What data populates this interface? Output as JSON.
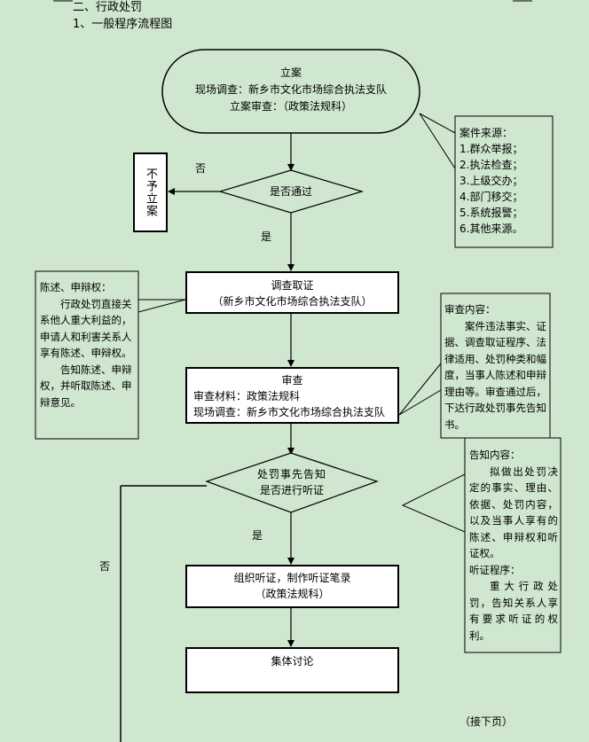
{
  "header": {
    "section": "二、行政处罚",
    "subsection": "1、一般程序流程图"
  },
  "nodes": {
    "filing": {
      "title": "立案",
      "line1": "现场调查：新乡市文化市场综合执法支队",
      "line2": "立案审查：（政策法规科）"
    },
    "no_filing": "不予立案",
    "pass_decision": "是否通过",
    "investigation": {
      "title": "调查取证",
      "line1": "（新乡市文化市场综合执法支队）"
    },
    "review": {
      "title": "审查",
      "line1": "审查材料：政策法规科",
      "line2": "现场调查：新乡市文化市场综合执法支队"
    },
    "hearing_decision": {
      "line1": "处罚事先告知",
      "line2": "是否进行听证"
    },
    "hearing": {
      "line1": "组织听证，制作听证笔录",
      "line2": "（政策法规科）"
    },
    "discussion": "集体讨论"
  },
  "labels": {
    "no1": "否",
    "yes1": "是",
    "yes2": "是",
    "no2": "否",
    "continued": "（接下页）"
  },
  "notes": {
    "sources": {
      "title": "案件来源：",
      "items": [
        "1.群众举报；",
        "2.执法检查；",
        "3.上级交办；",
        "4.部门移交；",
        "5.系统报警；",
        "6.其他来源。"
      ]
    },
    "defense": {
      "title": "陈述、申辩权：",
      "para1": "行政处罚直接关系他人重大利益的，申请人和利害关系人享有陈述、申辩权。",
      "para2": "告知陈述、申辩权，并听取陈述、申辩意见。"
    },
    "review_content": {
      "title": "审查内容：",
      "para1": "案件违法事实、证据、调查取证程序、法律适用、处罚种类和幅度，当事人陈述和申辩理由等。审查通过后，下达行政处罚事先告知书。"
    },
    "notice": {
      "title1": "告知内容：",
      "para1": "拟做出处罚决定的事实、理由、依据、处罚内容，以及当事人享有的陈述、申辩权和听证权。",
      "title2": "听证程序：",
      "para2": "重大行政处罚，告知关系人享有要求听证的权利。"
    }
  }
}
